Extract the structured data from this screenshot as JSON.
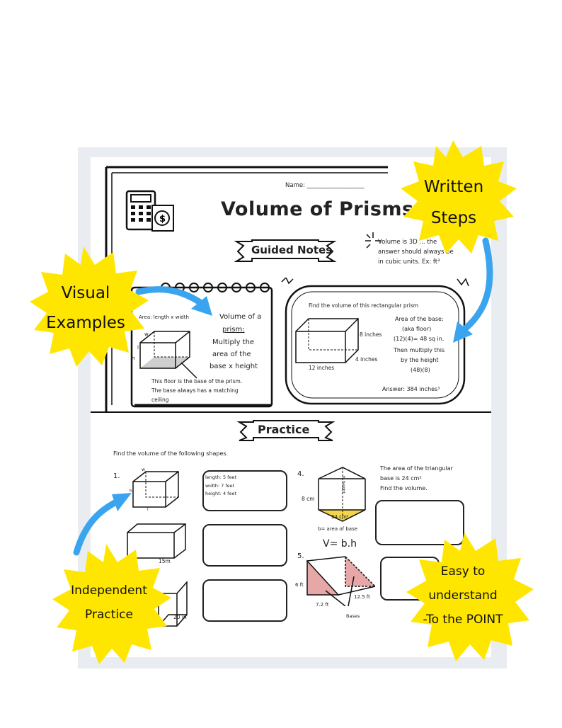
{
  "header": {
    "name_label": "Name: ___________________",
    "title": "Volume of Prisms",
    "guided_notes_banner": "Guided Notes",
    "volume_note": [
      "Volume is 3D ... the",
      "answer should always be",
      "in cubic units. Ex: ft³"
    ]
  },
  "notebook_card": {
    "area_label": "Area: length x width",
    "definition_lines": [
      "Volume of a",
      "prism:",
      "Multiply the",
      "area of the",
      "base x height"
    ],
    "cube_labels": {
      "w": "w",
      "l": "l",
      "h": "h"
    },
    "caption_lines": [
      "This floor is the base of the prism.",
      "The base always has a matching",
      "ceiling"
    ]
  },
  "example_card": {
    "prompt": "Find the volume of this rectangular prism",
    "dims": {
      "height": "8 inches",
      "depth": "4 inches",
      "length": "12 inches"
    },
    "steps": [
      "Area of the base:",
      "(aka floor)",
      "(12)(4)= 48 sq in.",
      "Then multiply this",
      "by the height",
      "(48)(8)"
    ],
    "answer": "Answer: 384 inches³"
  },
  "practice": {
    "banner": "Practice",
    "instruction": "Find the volume of the following shapes.",
    "q1": {
      "number": "1.",
      "labels": {
        "w": "w",
        "h": "h",
        "l": "l"
      },
      "given": [
        "length: 5 feet",
        "width: 7 feet",
        "height: 4 feet"
      ]
    },
    "q2": {
      "label": "15m"
    },
    "q3": {
      "label": "20 in"
    },
    "q4": {
      "number": "4.",
      "text": [
        "The area of the triangular",
        "base is 24 cm²",
        "Find the volume."
      ],
      "height_label": "8 cm",
      "tri_height_label": "h: height",
      "base_area_label": "24 cm²",
      "base_note": "b= area of base",
      "formula": "V= b.h"
    },
    "q5": {
      "number": "5.",
      "labels": {
        "height": "6 ft",
        "width": "7.2 ft",
        "length": "12.5 ft",
        "bases": "Bases"
      }
    }
  },
  "callouts": {
    "written_steps": [
      "Written",
      "Steps"
    ],
    "visual_examples": [
      "Visual",
      "Examples"
    ],
    "independent_practice": [
      "Independent",
      "Practice"
    ],
    "easy": [
      "Easy to",
      "understand",
      "-To the POINT"
    ]
  },
  "colors": {
    "burst": "#ffe600",
    "arrow": "#3aa5ee",
    "pink": "#e8a7a7",
    "yellow_fill": "#f2d54a"
  }
}
